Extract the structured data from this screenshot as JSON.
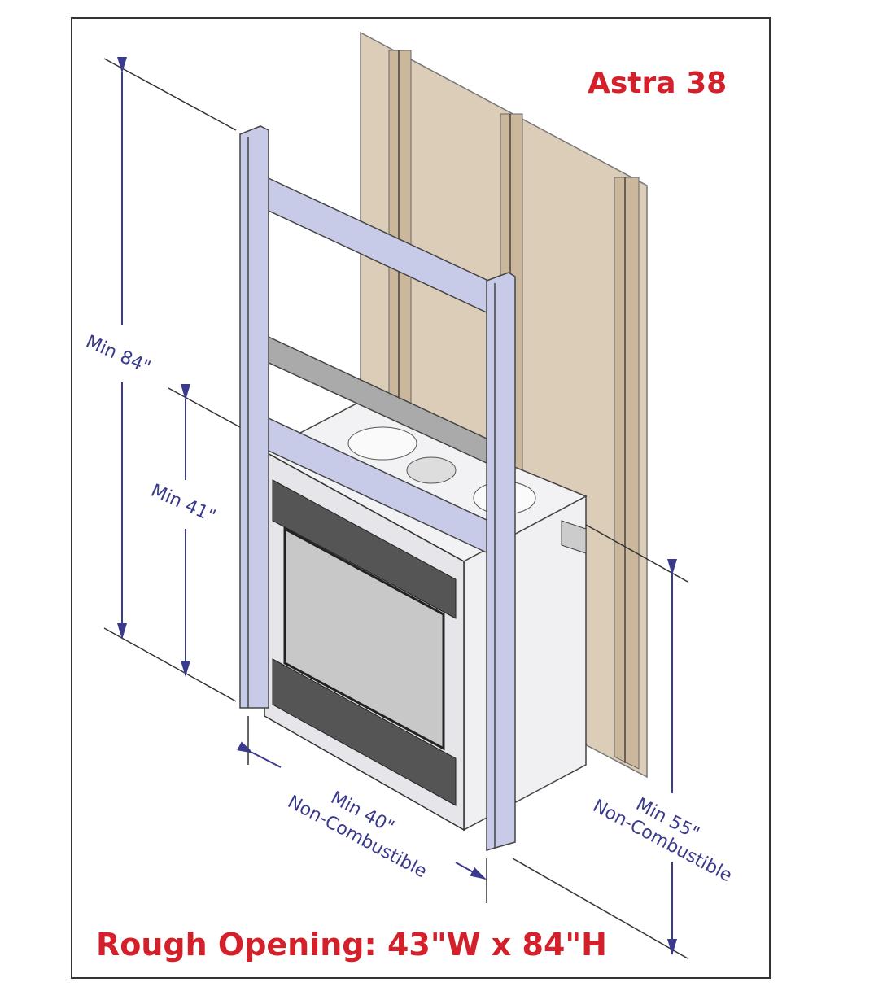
{
  "title": "Astra 38",
  "rough_opening": "Rough Opening: 43\"W x 84\"H",
  "dimensions": {
    "height_total": "Min 84\"",
    "height_opening": "Min 41\"",
    "width_line1": "Min 40\"",
    "width_line2": "Non-Combustible",
    "side_line1": "Min 55\"",
    "side_line2": "Non-Combustible"
  },
  "colors": {
    "accent_red": "#d3202a",
    "dimension_blue": "#3a3a8c",
    "frame_blue": "#c8cbe8",
    "wall_tan": "#d9c9b4"
  }
}
